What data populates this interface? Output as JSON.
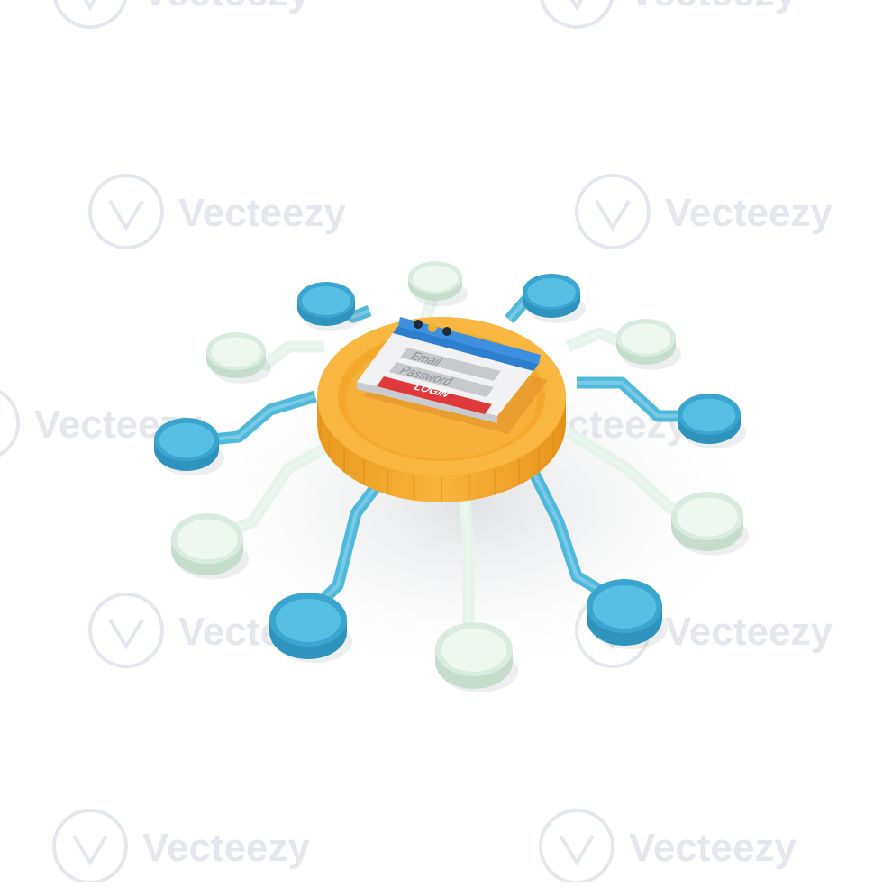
{
  "watermark": {
    "text": "Vecteezy"
  },
  "login_window": {
    "email_placeholder": "Email",
    "password_placeholder": "Password",
    "login_label": "LOGIN"
  },
  "colors": {
    "coin_gold": "#f5b63a",
    "coin_gold_dark": "#e79d22",
    "node_blue": "#4fb9dc",
    "node_mint": "#e6f4ea",
    "window_bar": "#2f7fd1",
    "login_red": "#e0393b",
    "background": "#ffffff"
  },
  "icons": [
    "browser-window-icon",
    "network-node-icon",
    "watermark-logo-icon"
  ]
}
